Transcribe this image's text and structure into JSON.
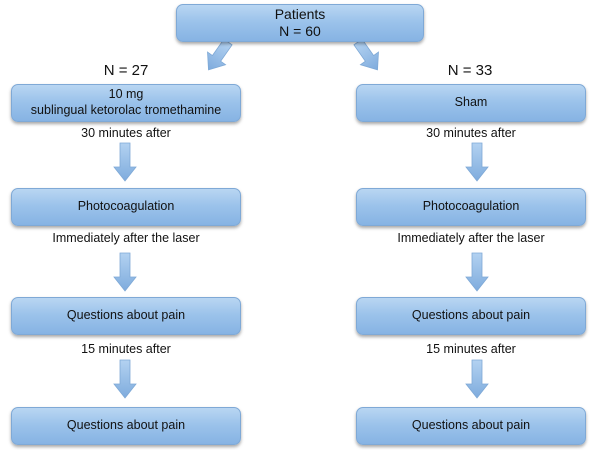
{
  "root": {
    "title": "Patients",
    "count": "N = 60"
  },
  "left": {
    "n_label": "N = 27",
    "treatment_line1": "10 mg",
    "treatment_line2": "sublingual ketorolac tromethamine",
    "wait1": "30 minutes after",
    "step1": "Photocoagulation",
    "wait2": "Immediately after the laser",
    "step2": "Questions about pain",
    "wait3": "15 minutes after",
    "step3": "Questions about pain"
  },
  "right": {
    "n_label": "N = 33",
    "treatment": "Sham",
    "wait1": "30 minutes after",
    "step1": "Photocoagulation",
    "wait2": "Immediately after the laser",
    "step2": "Questions about pain",
    "wait3": "15 minutes after",
    "step3": "Questions about pain"
  },
  "colors": {
    "box_fill": "#9cc3eb",
    "box_border": "#7fa9d6",
    "arrow_fill": "#8db8e6"
  }
}
